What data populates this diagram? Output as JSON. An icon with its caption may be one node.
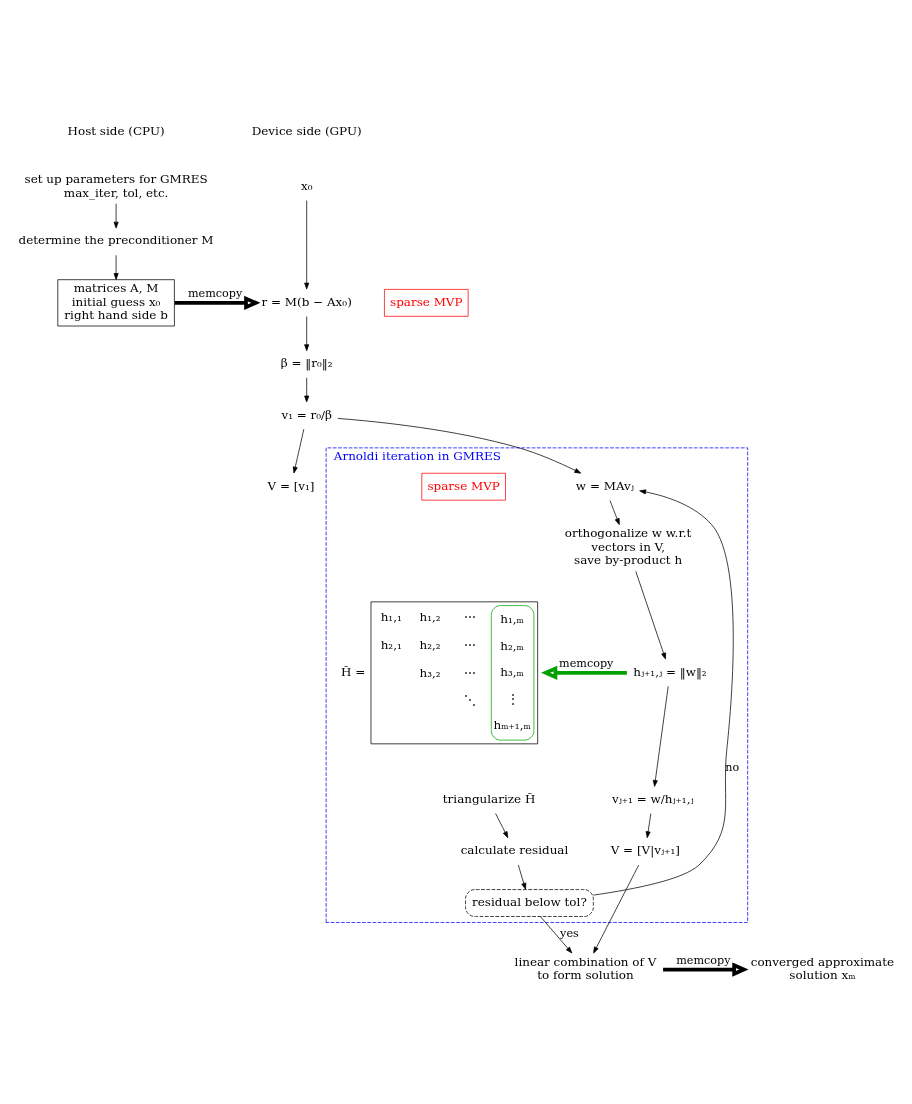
{
  "diagram": {
    "nodes": [
      {
        "text": [
          "set up parameters for GMRES",
          "max_iter, tol, etc."
        ]
      },
      {
        "text": [
          "determine the preconditioner M"
        ]
      },
      {
        "text": [
          "matrices A, M",
          "initial guess x₀",
          "right hand side b"
        ]
      },
      {
        "text": [
          "x₀"
        ]
      },
      {
        "text": [
          "r = M(b − Ax₀)"
        ]
      },
      {
        "text": [
          "sparse MVP"
        ]
      },
      {
        "text": [
          "β = ‖r₀‖₂"
        ]
      },
      {
        "text": [
          "v₁ = r₀/β"
        ]
      },
      {
        "text": [
          "V = [v₁]"
        ]
      },
      {
        "text": [
          "Arnoldi iteration in GMRES"
        ]
      },
      {
        "text": [
          "w = MAvⱼ"
        ],
        "in": 9
      },
      {
        "text": [
          "sparse MVP"
        ],
        "in": 9
      },
      {
        "text": [
          "orthogonalize w w.r.t",
          "vectors in V,",
          "save by-product h"
        ],
        "in": 9
      },
      {
        "text": [
          "hⱼ₊₁,ⱼ = ‖w‖₂"
        ],
        "in": 9
      },
      {
        "text": [
          "vⱼ₊₁ = w/hⱼ₊₁,ⱼ"
        ],
        "in": 9
      },
      {
        "text": [
          "V = [V|vⱼ₊₁]"
        ],
        "in": 9
      },
      {
        "text": [
          "H̃ =",
          "h₁,₁",
          "h₁,₂",
          "⋯",
          "h₁,ₘ",
          "h₂,₁",
          "h₂,₂",
          "⋯",
          "h₂,ₘ",
          "h₃,₂",
          "⋯",
          "h₃,ₘ",
          "⋱",
          "⋮",
          "hₘ₊₁,ₘ"
        ],
        "in": 9
      },
      {
        "text": [
          "triangularize H̃"
        ],
        "in": 9
      },
      {
        "text": [
          "calculate residual"
        ],
        "in": 9
      },
      {
        "text": [
          "residual below tol?"
        ],
        "in": 9
      },
      {
        "text": [
          "linear combination of V",
          "to form solution"
        ]
      },
      {
        "text": [
          "converged approximate",
          "solution xₘ"
        ]
      }
    ],
    "edges": [
      {
        "from": 0,
        "to": 1,
        "arrow": "to"
      },
      {
        "from": 1,
        "to": 2,
        "arrow": "to"
      },
      {
        "from": 2,
        "to": 4,
        "arrow": "to",
        "label": "memcopy",
        "style": "thick"
      },
      {
        "from": 3,
        "to": 4,
        "arrow": "to"
      },
      {
        "from": 4,
        "to": 6,
        "arrow": "to"
      },
      {
        "from": 6,
        "to": 7,
        "arrow": "to"
      },
      {
        "from": 7,
        "to": 8,
        "arrow": "to"
      },
      {
        "from": 7,
        "to": 10,
        "arrow": "to"
      },
      {
        "from": 10,
        "to": 12,
        "arrow": "to"
      },
      {
        "from": 12,
        "to": 13,
        "arrow": "to"
      },
      {
        "from": 13,
        "to": 14,
        "arrow": "to"
      },
      {
        "from": 14,
        "to": 15,
        "arrow": "to"
      },
      {
        "from": 13,
        "to": 16,
        "arrow": "to",
        "label": "memcopy",
        "style": "thick",
        "color": "#00a000"
      },
      {
        "from": 17,
        "to": 18,
        "arrow": "to"
      },
      {
        "from": 18,
        "to": 19,
        "arrow": "to"
      },
      {
        "from": 19,
        "to": 10,
        "arrow": "to",
        "label": "no"
      },
      {
        "from": 19,
        "to": 20,
        "arrow": "to",
        "label": "yes"
      },
      {
        "from": 15,
        "to": 20,
        "arrow": "to"
      },
      {
        "from": 20,
        "to": 21,
        "arrow": "to",
        "label": "memcopy",
        "style": "thick"
      }
    ],
    "labels": [
      "Host side (CPU)",
      "Device side (GPU)"
    ]
  }
}
